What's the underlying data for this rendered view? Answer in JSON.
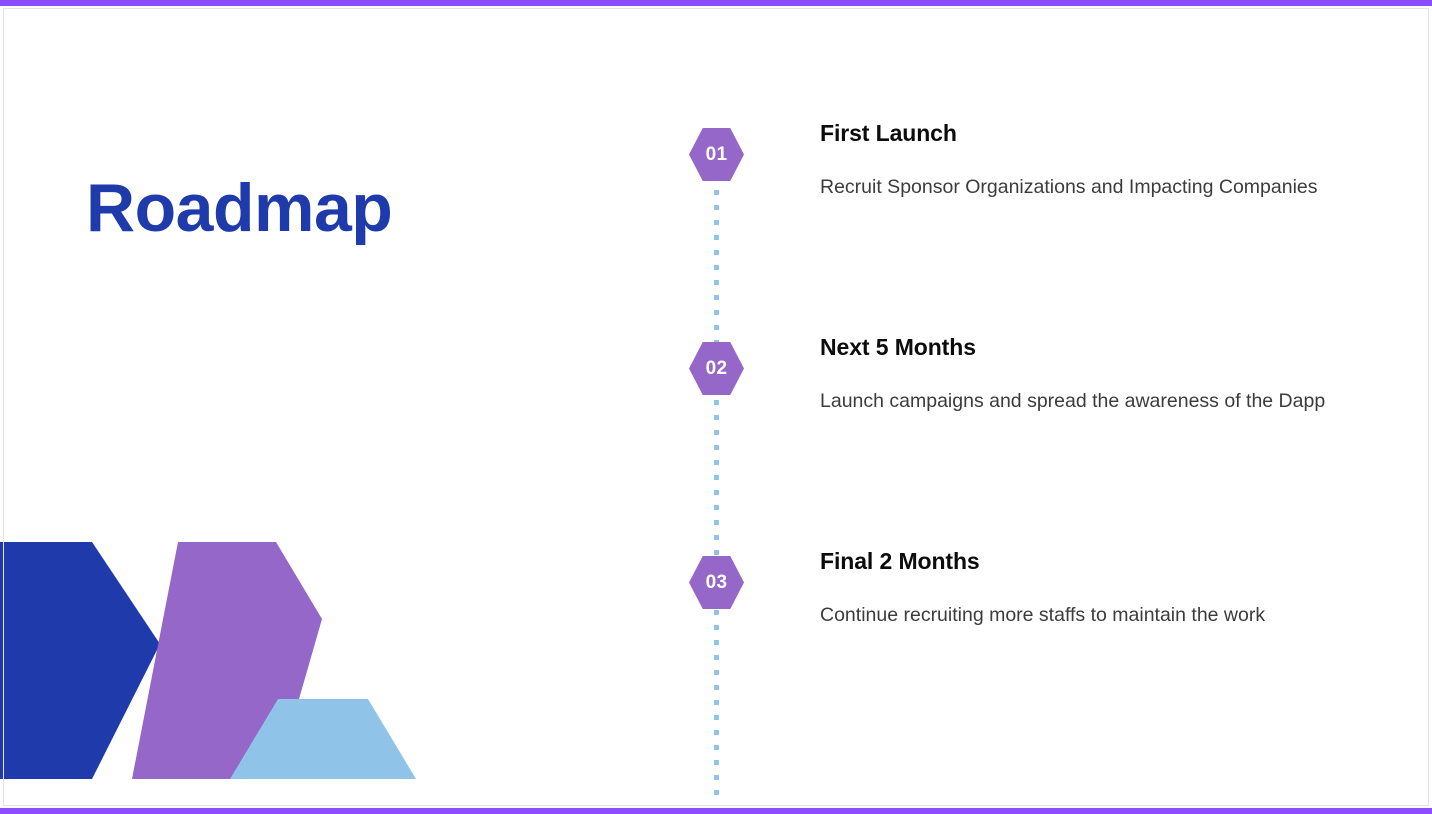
{
  "slide": {
    "title": "Roadmap",
    "accent_bar_color": "#8b4dff",
    "title_color": "#1f3bab",
    "background_color": "#ffffff"
  },
  "timeline": {
    "line_color": "#8fc4e8",
    "marker_color": "#9467c8",
    "marker_text_color": "#ffffff",
    "items": [
      {
        "number": "01",
        "heading": "First Launch",
        "description": "Recruit Sponsor Organizations and Impacting Companies"
      },
      {
        "number": "02",
        "heading": "Next 5 Months",
        "description": "Launch campaigns and spread the awareness of the Dapp"
      },
      {
        "number": "03",
        "heading": "Final 2 Months",
        "description": "Continue recruiting more staffs to maintain the work"
      }
    ]
  },
  "decoration": {
    "shapes": [
      {
        "name": "dark-blue-hexagon",
        "color": "#1f3bab"
      },
      {
        "name": "purple-hexagon",
        "color": "#9467c8"
      },
      {
        "name": "light-blue-trapezoid",
        "color": "#8fc4e8"
      }
    ]
  }
}
